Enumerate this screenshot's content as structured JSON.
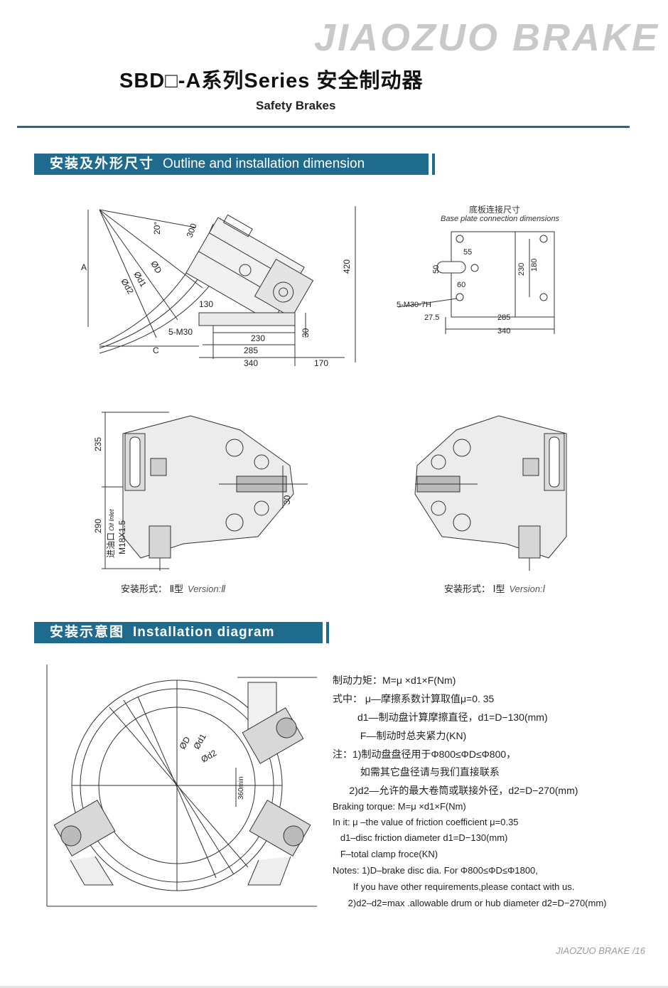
{
  "brand": "JIAOZUO BRAKE",
  "title": "SBD□-A系列Series 安全制动器",
  "subtitle": "Safety Brakes",
  "section1": {
    "cn": "安装及外形尺寸",
    "en": "Outline and installation dimension"
  },
  "outline_labels": {
    "A": "A",
    "D": "ØD",
    "d1": "Ød1",
    "d2": "Ød2",
    "C": "C",
    "angle": "20°",
    "h300": "300",
    "h420": "420",
    "w130": "130",
    "bolt": "5-M30",
    "w230": "230",
    "w285": "285",
    "w340": "340",
    "w170": "170",
    "h30": "30"
  },
  "base_plate": {
    "title_cn": "底板连接尺寸",
    "title_en": "Base plate connection dimensions",
    "d55": "55",
    "d50": "50",
    "d60": "60",
    "d230": "230",
    "d180": "180",
    "bolt": "5-M30-7H",
    "d27_5": "27.5",
    "d285": "285",
    "d340": "340"
  },
  "version_ii": {
    "cn": "安装形式： Ⅱ型",
    "en": "Version:Ⅱ",
    "d235": "235",
    "d290": "290",
    "d30": "30",
    "oil_inlet_cn": "进油口",
    "oil_inlet_en": "Oil Inlet",
    "m18": "M18X1.5"
  },
  "version_i": {
    "cn": "安装形式： Ⅰ型",
    "en": "Version:Ⅰ"
  },
  "section2": {
    "cn": "安装示意图",
    "en": "Installation diagram"
  },
  "install_labels": {
    "D": "ØD",
    "d1": "Ød1",
    "d2": "Ød2",
    "min": "360min"
  },
  "formulas": [
    "制动力矩：M=μ ×d1×F(Nm)",
    "式中： μ—摩擦系数计算取值μ=0.  35",
    "         d1—制动盘计算摩擦直径，d1=D−130(mm)",
    "          F—制动时总夹紧力(KN)",
    "注：1)制动盘盘径用于Φ800≤ΦD≤Φ800，",
    "          如需其它盘径请与我们直接联系",
    "      2)d2—允许的最大卷筒或联接外径，d2=D−270(mm)",
    "Braking torque: M=μ ×d1×F(Nm)",
    "In it: μ –the value of friction coefficient  μ=0.35",
    "   d1–disc friction diameter d1=D−130(mm)",
    "   F–total clamp froce(KN)",
    "Notes: 1)D–brake disc dia. For Φ800≤ΦD≤Φ1800,",
    "        If you have other requirements,please contact with us.",
    "      2)d2–d2=max .allowable drum or hub diameter d2=D−270(mm)"
  ],
  "footer": "JIAOZUO BRAKE /16"
}
